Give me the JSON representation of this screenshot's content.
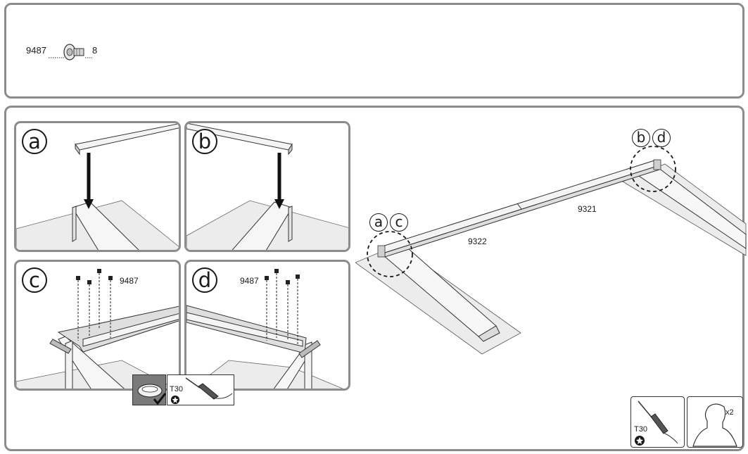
{
  "parts_list": {
    "part_number": "9487",
    "quantity": "8"
  },
  "panels": {
    "a": {
      "letter": "a"
    },
    "b": {
      "letter": "b"
    },
    "c": {
      "letter": "c",
      "part_number": "9487"
    },
    "d": {
      "letter": "d",
      "part_number": "9487"
    }
  },
  "main_view": {
    "callout_left": [
      "a",
      "c"
    ],
    "callout_right": [
      "b",
      "d"
    ],
    "left_rail_part": "9322",
    "right_rail_part": "9321"
  },
  "tools": {
    "bit_size": "T30",
    "corner_bit_size": "T30",
    "people_count": "x2"
  },
  "icons": [
    "screw-icon",
    "screwdriver-icon",
    "torx-icon",
    "checkmark-icon",
    "person-icon",
    "arrow-down-icon"
  ]
}
